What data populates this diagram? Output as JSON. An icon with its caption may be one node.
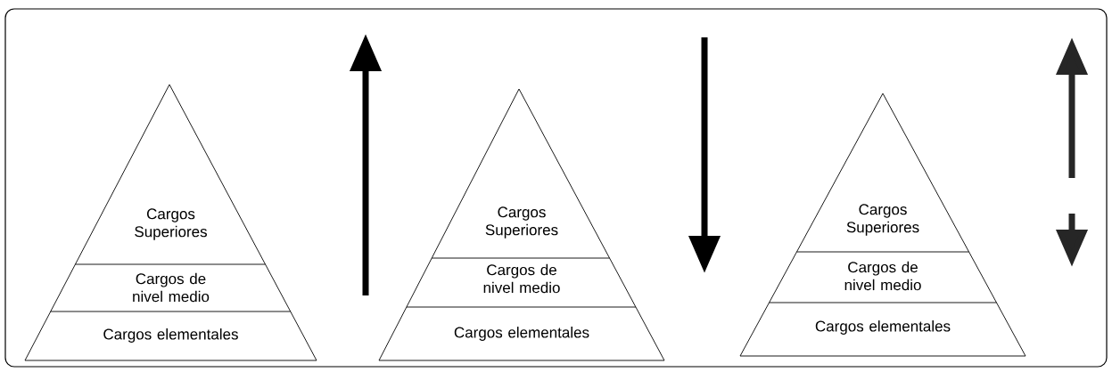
{
  "diagram": {
    "nodes": [
      {
        "text": [],
        "shape": "triangle"
      },
      {
        "text": [
          "Cargos Superiores"
        ],
        "in": 0
      },
      {
        "text": [
          "Cargos de nivel medio"
        ],
        "in": 0
      },
      {
        "text": [
          "Cargos elementales"
        ],
        "in": 0
      },
      {
        "text": [],
        "shape": "triangle"
      },
      {
        "text": [
          "Cargos Superiores"
        ],
        "in": 4
      },
      {
        "text": [
          "Cargos de nivel medio"
        ],
        "in": 4
      },
      {
        "text": [
          "Cargos elementales"
        ],
        "in": 4
      },
      {
        "text": [],
        "shape": "triangle"
      },
      {
        "text": [
          "Cargos Superiores"
        ],
        "in": 8
      },
      {
        "text": [
          "Cargos de nivel medio"
        ],
        "in": 8
      },
      {
        "text": [
          "Cargos elementales"
        ],
        "in": 8
      }
    ]
  }
}
